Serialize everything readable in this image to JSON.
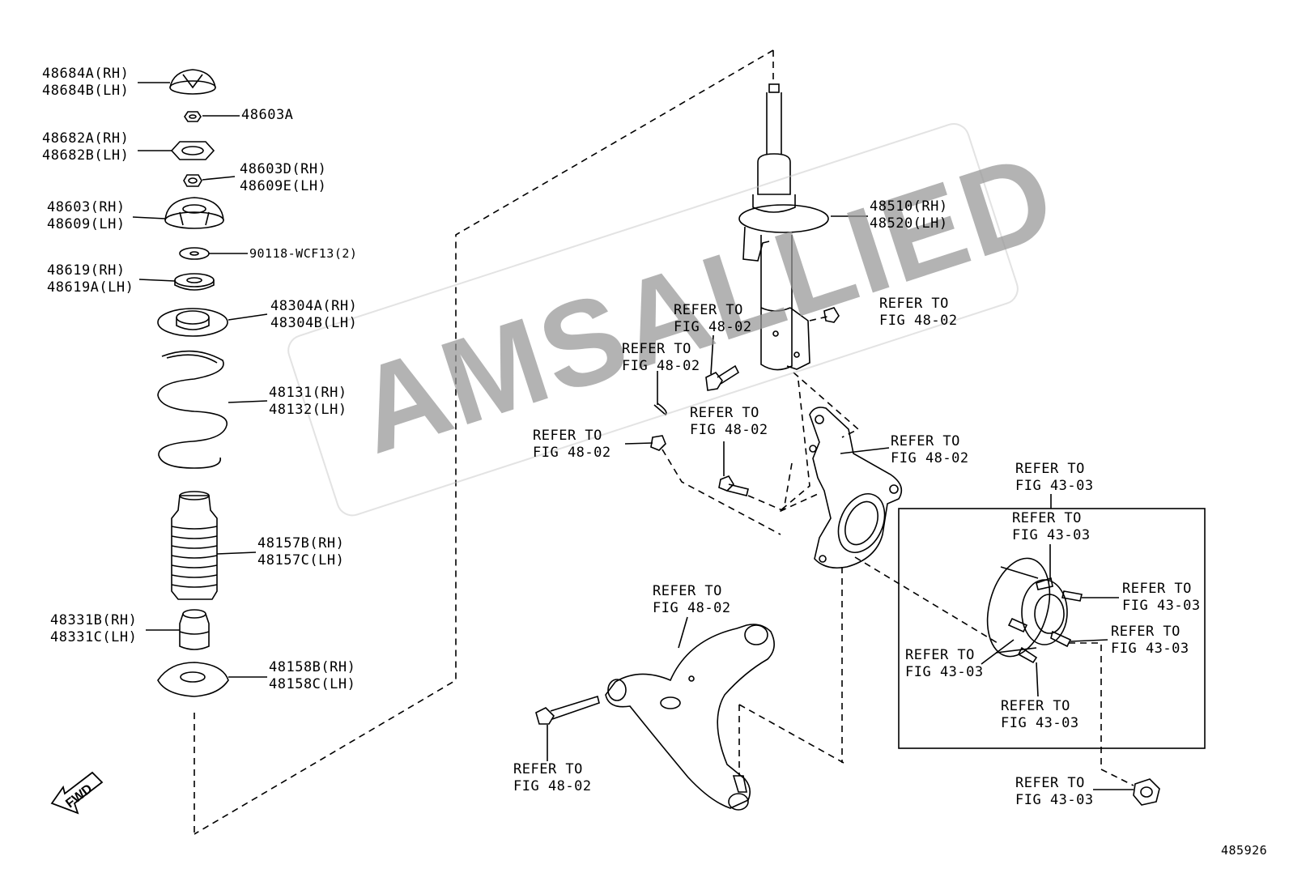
{
  "parts_left": [
    {
      "id": "p48684",
      "l1": "48684A(RH)",
      "l2": "48684B(LH)"
    },
    {
      "id": "p48603A",
      "l1": "48603A",
      "l2": ""
    },
    {
      "id": "p48682",
      "l1": "48682A(RH)",
      "l2": "48682B(LH)"
    },
    {
      "id": "p48603D",
      "l1": "48603D(RH)",
      "l2": "48609E(LH)"
    },
    {
      "id": "p48603",
      "l1": "48603(RH)",
      "l2": "48609(LH)"
    },
    {
      "id": "p90118",
      "l1": "90118-WCF13(2)",
      "l2": ""
    },
    {
      "id": "p48619",
      "l1": "48619(RH)",
      "l2": "48619A(LH)"
    },
    {
      "id": "p48304",
      "l1": "48304A(RH)",
      "l2": "48304B(LH)"
    },
    {
      "id": "p48131",
      "l1": "48131(RH)",
      "l2": "48132(LH)"
    },
    {
      "id": "p48157",
      "l1": "48157B(RH)",
      "l2": "48157C(LH)"
    },
    {
      "id": "p48331",
      "l1": "48331B(RH)",
      "l2": "48331C(LH)"
    },
    {
      "id": "p48158",
      "l1": "48158B(RH)",
      "l2": "48158C(LH)"
    }
  ],
  "strut": {
    "l1": "48510(RH)",
    "l2": "48520(LH)"
  },
  "refs": {
    "r1": {
      "l1": "REFER TO",
      "l2": "FIG 48-02"
    },
    "r2": {
      "l1": "REFER TO",
      "l2": "FIG 48-02"
    },
    "r3": {
      "l1": "REFER TO",
      "l2": "FIG 48-02"
    },
    "r4": {
      "l1": "REFER TO",
      "l2": "FIG 48-02"
    },
    "r5": {
      "l1": "REFER TO",
      "l2": "FIG 48-02"
    },
    "r6": {
      "l1": "REFER TO",
      "l2": "FIG 48-02"
    },
    "r7": {
      "l1": "REFER TO",
      "l2": "FIG 48-02"
    },
    "r8": {
      "l1": "REFER TO",
      "l2": "FIG 48-02"
    },
    "h1": {
      "l1": "REFER TO",
      "l2": "FIG 43-03"
    },
    "h2": {
      "l1": "REFER TO",
      "l2": "FIG 43-03"
    },
    "h3": {
      "l1": "REFER TO",
      "l2": "FIG 43-03"
    },
    "h4": {
      "l1": "REFER TO",
      "l2": "FIG 43-03"
    },
    "h5": {
      "l1": "REFER TO",
      "l2": "FIG 43-03"
    },
    "h6": {
      "l1": "REFER TO",
      "l2": "FIG 43-03"
    },
    "h7": {
      "l1": "REFER TO",
      "l2": "FIG 43-03"
    }
  },
  "fwd_label": "FWD",
  "watermark": "AMSALLIED",
  "figure_number": "485926"
}
